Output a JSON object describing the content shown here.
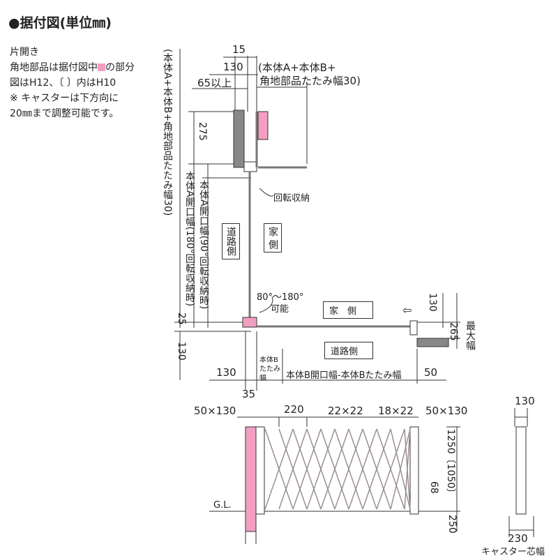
{
  "title": "●据付図(単位㎜)",
  "notes": {
    "line1": "片開き",
    "line2a": "角地部品は据付図中",
    "line2b": "の部分",
    "line3": "図はH12、〔 〕内はH10",
    "line4": "※ キャスターは下方向に",
    "line5": "20㎜まで調整可能です。"
  },
  "plan": {
    "dim_15": "15",
    "dim_130_top": "130",
    "dim_65": "65以上",
    "label_body_ab_line1": "(本体A+本体B+",
    "label_body_ab_line2": "角地部品たたみ幅30)",
    "vertical_body_ab": "(本体A+本体B+角地部品たたみ幅30)",
    "dim_275": "275",
    "rotate_storage": "回転収納",
    "opening_180": "本体A開口幅(180°回転収納時)",
    "opening_90": "本体A開口幅(90°回転収納時)",
    "road_side_v": "道路側",
    "house_side_v": "家 側",
    "angle_range": "80°～180°",
    "possible": "可能",
    "dim_25": "25",
    "dim_130_left": "130",
    "house_side_h": "家　側",
    "road_side_h": "道路側",
    "dim_130_right": "130",
    "dim_265": "265",
    "max_width": "最大幅",
    "dim_130_bottom": "130",
    "body_b_fold": "本体Bたたみ幅",
    "body_b_opening": "本体B開口幅-本体Bたたみ幅",
    "dim_50": "50",
    "dim_35": "35"
  },
  "elevation": {
    "dim_50x130_left": "50×130",
    "dim_220": "220",
    "dim_22x22": "22×22",
    "dim_18x22": "18×22",
    "dim_50x130_right": "50×130",
    "gl": "G.L.",
    "dim_68": "68",
    "dim_1250": "1250〔1050〕",
    "dim_250": "250"
  },
  "side": {
    "dim_130": "130",
    "dim_230": "230",
    "caster_width": "キャスター芯幅"
  },
  "colors": {
    "pink": "#f29ec2",
    "line": "#333333",
    "gate": "#b0a3a8"
  }
}
